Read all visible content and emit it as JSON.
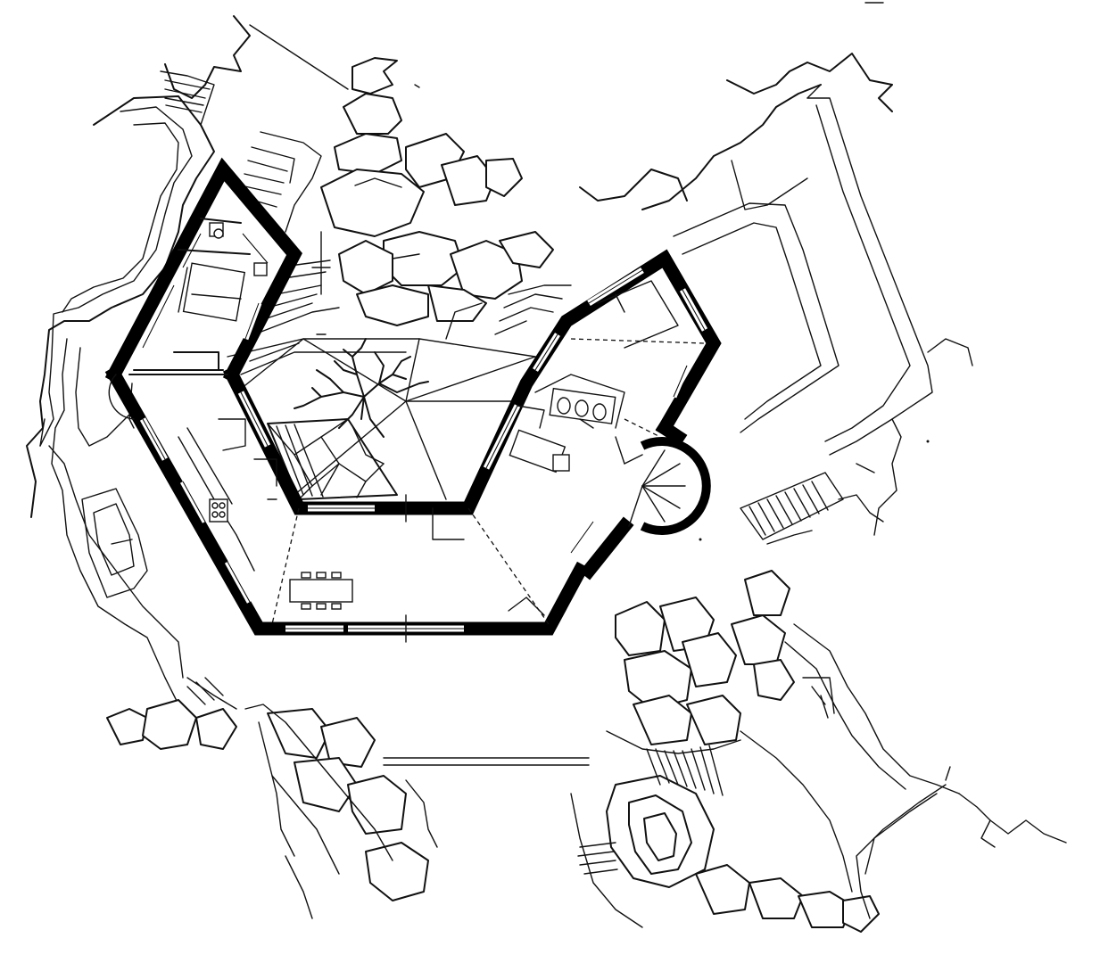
{
  "drawing": {
    "type": "architectural-site-floor-plan",
    "colors": {
      "ink": "#111111",
      "wall": "#000000",
      "paper": "#ffffff"
    },
    "rooms": [
      "bedroom-north-west",
      "bathroom-north-west",
      "kitchen",
      "living-dining",
      "courtyard",
      "bedroom-east",
      "bathroom-east",
      "spiral-stair"
    ],
    "furniture_counts": {
      "dining_chairs": 6
    }
  }
}
